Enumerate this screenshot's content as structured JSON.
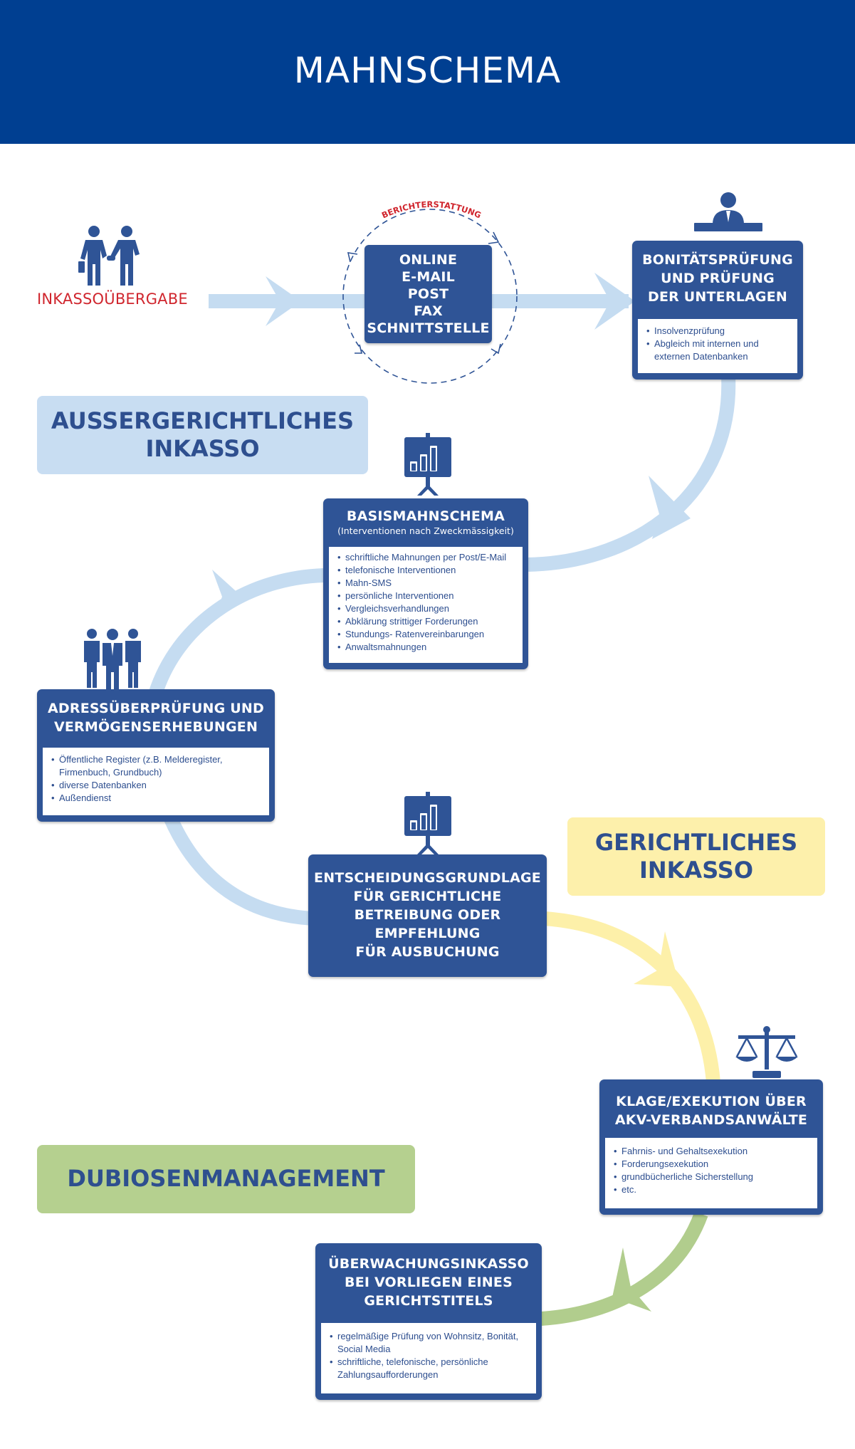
{
  "header": {
    "title": "MAHNSCHEMA"
  },
  "start": {
    "label": "INKASSOÜBERGABE"
  },
  "channels": {
    "report_label": "BERICHTERSTATTUNG",
    "lines": [
      "ONLINE",
      "E-MAIL",
      "POST",
      "FAX",
      "SCHNITTSTELLE"
    ]
  },
  "bonitaet": {
    "title": [
      "BONITÄTSPRÜFUNG",
      "UND PRÜFUNG",
      "DER UNTERLAGEN"
    ],
    "items": [
      "Insolvenzprüfung",
      "Abgleich mit internen und externen Datenbanken"
    ]
  },
  "phases": {
    "aussergerichtlich": [
      "AUSSERGERICHTLICHES",
      "INKASSO"
    ],
    "gerichtlich": [
      "GERICHTLICHES",
      "INKASSO"
    ],
    "dubiosen": "DUBIOSENMANAGEMENT"
  },
  "basis": {
    "title": "BASISMAHNSCHEMA",
    "subtitle": "(Interventionen nach Zweckmässigkeit)",
    "items": [
      "schriftliche Mahnungen per Post/E-Mail",
      "telefonische Interventionen",
      "Mahn-SMS",
      "persönliche Interventionen",
      "Vergleichsverhandlungen",
      "Abklärung strittiger Forderungen",
      "Stundungs- Ratenvereinbarungen",
      "Anwaltsmahnungen"
    ]
  },
  "adress": {
    "title": [
      "ADRESSÜBERPRÜFUNG UND",
      "VERMÖGENSERHEBUNGEN"
    ],
    "items": [
      "Öffentliche Register (z.B. Melderegister, Firmenbuch, Grundbuch)",
      "diverse Datenbanken",
      "Außendienst"
    ]
  },
  "entscheidung": {
    "title": [
      "ENTSCHEIDUNGSGRUNDLAGE",
      "FÜR GERICHTLICHE",
      "BETREIBUNG ODER",
      "EMPFEHLUNG",
      "FÜR AUSBUCHUNG"
    ]
  },
  "klage": {
    "title": [
      "KLAGE/EXEKUTION ÜBER",
      "AKV-VERBANDSANWÄLTE"
    ],
    "items": [
      "Fahrnis- und Gehaltsexekution",
      "Forderungsexekution",
      "grundbücherliche Sicherstellung",
      "etc."
    ]
  },
  "ueberwachung": {
    "title": [
      "ÜBERWACHUNGSINKASSO",
      "BEI VORLIEGEN EINES",
      "GERICHTSTITELS"
    ],
    "items": [
      "regelmäßige Prüfung von Wohnsitz, Bonität, Social Media",
      "schriftliche, telefonische, persönliche Zahlungsaufforderungen"
    ]
  },
  "colors": {
    "header": "#003f91",
    "box": "#2f5496",
    "flow_blue": "#c5dcf1",
    "flow_yellow": "#fdf0a9",
    "flow_green": "#b1cd8d",
    "label_blue": "#c8ddf2",
    "label_yellow": "#fdf0ab",
    "label_green": "#b5d08f",
    "accent_red": "#d0262e"
  },
  "icons": [
    "business-handshake-icon",
    "clerk-at-desk-icon",
    "presentation-chart-icon",
    "team-group-icon",
    "scales-of-justice-icon"
  ]
}
